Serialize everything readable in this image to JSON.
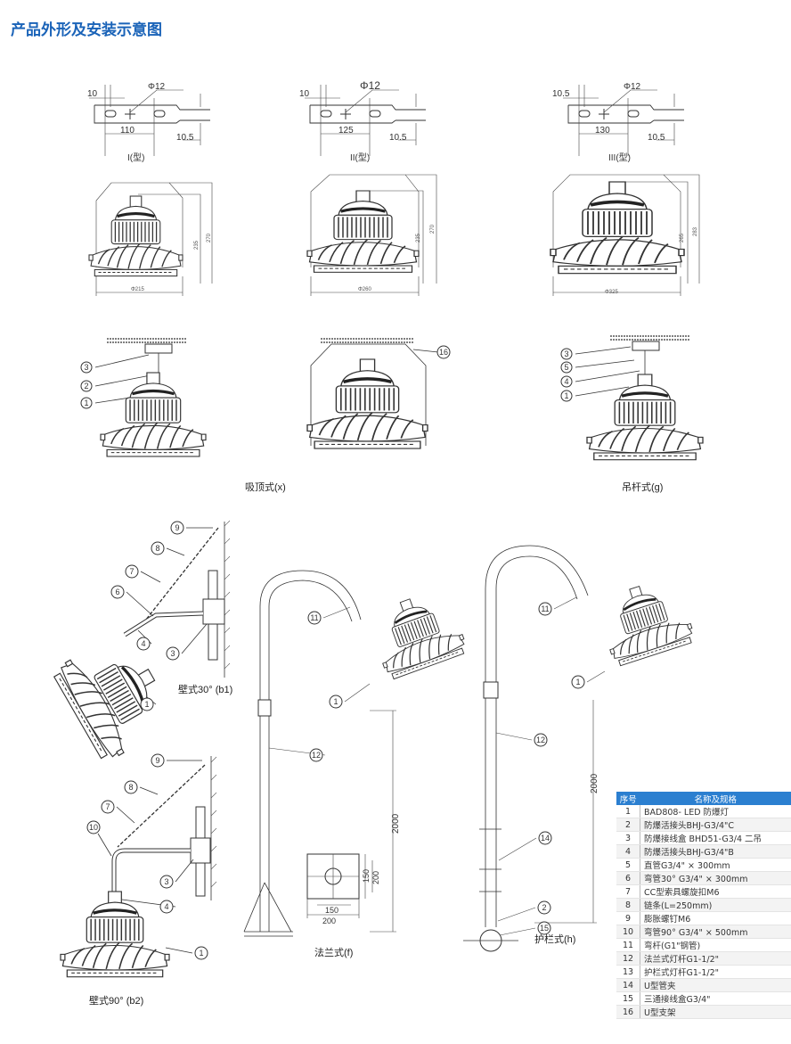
{
  "title": "产品外形及安装示意图",
  "brackets": [
    {
      "edge": "10",
      "hole": "Φ12",
      "spacing": "110",
      "height": "10.5",
      "caption": "I(型)"
    },
    {
      "edge": "10",
      "hole": "Φ12",
      "spacing": "125",
      "height": "10.5",
      "caption": "II(型)"
    },
    {
      "edge": "10.5",
      "hole": "Φ12",
      "spacing": "130",
      "height": "10.5",
      "caption": "III(型)"
    }
  ],
  "lamp_dims": [
    {
      "dia": "Φ215",
      "h1": "235",
      "h2": "270"
    },
    {
      "dia": "Φ260",
      "h1": "235",
      "h2": "270"
    },
    {
      "dia": "Φ325",
      "h1": "265",
      "h2": "283"
    }
  ],
  "captions": {
    "ceiling": "吸顶式(x)",
    "pendant": "吊杆式(g)",
    "wall30": "壁式30°  (b1)",
    "wall90": "壁式90°  (b2)",
    "flange": "法兰式(f)",
    "rail": "护栏式(h)"
  },
  "callouts": {
    "ceiling": [
      "3",
      "2",
      "1"
    ],
    "ubracket": [
      "16"
    ],
    "pendant": [
      "3",
      "5",
      "4",
      "1"
    ],
    "wall30": [
      "9",
      "8",
      "7",
      "6",
      "4",
      "3",
      "1"
    ],
    "wall90": [
      "9",
      "8",
      "7",
      "10",
      "3",
      "4",
      "1"
    ],
    "flange": [
      "11",
      "1",
      "12"
    ],
    "rail": [
      "11",
      "1",
      "12",
      "14",
      "2",
      "15"
    ]
  },
  "flange_dims": {
    "height": "2000",
    "w1": "150",
    "w2": "200",
    "h1": "150",
    "h2": "200"
  },
  "rail_dims": {
    "height": "2000"
  },
  "table": {
    "headers": [
      "序号",
      "名称及规格"
    ],
    "rows": [
      [
        "1",
        "BAD808- LED 防爆灯"
      ],
      [
        "2",
        "防爆活接头BHJ-G3/4\"C"
      ],
      [
        "3",
        "防爆接线盒 BHD51-G3/4 二吊"
      ],
      [
        "4",
        "防爆活接头BHJ-G3/4\"B"
      ],
      [
        "5",
        "直管G3/4\" × 300mm"
      ],
      [
        "6",
        "弯管30°  G3/4\" × 300mm"
      ],
      [
        "7",
        "CC型索具螺旋扣M6"
      ],
      [
        "8",
        "链条(L=250mm)"
      ],
      [
        "9",
        "膨胀螺钉M6"
      ],
      [
        "10",
        "弯管90°  G3/4\" × 500mm"
      ],
      [
        "11",
        "弯杆(G1\"钢管)"
      ],
      [
        "12",
        "法兰式灯杆G1-1/2\""
      ],
      [
        "13",
        "护栏式灯杆G1-1/2\""
      ],
      [
        "14",
        "U型管夹"
      ],
      [
        "15",
        "三通接线盒G3/4\""
      ],
      [
        "16",
        "U型支架"
      ]
    ]
  }
}
